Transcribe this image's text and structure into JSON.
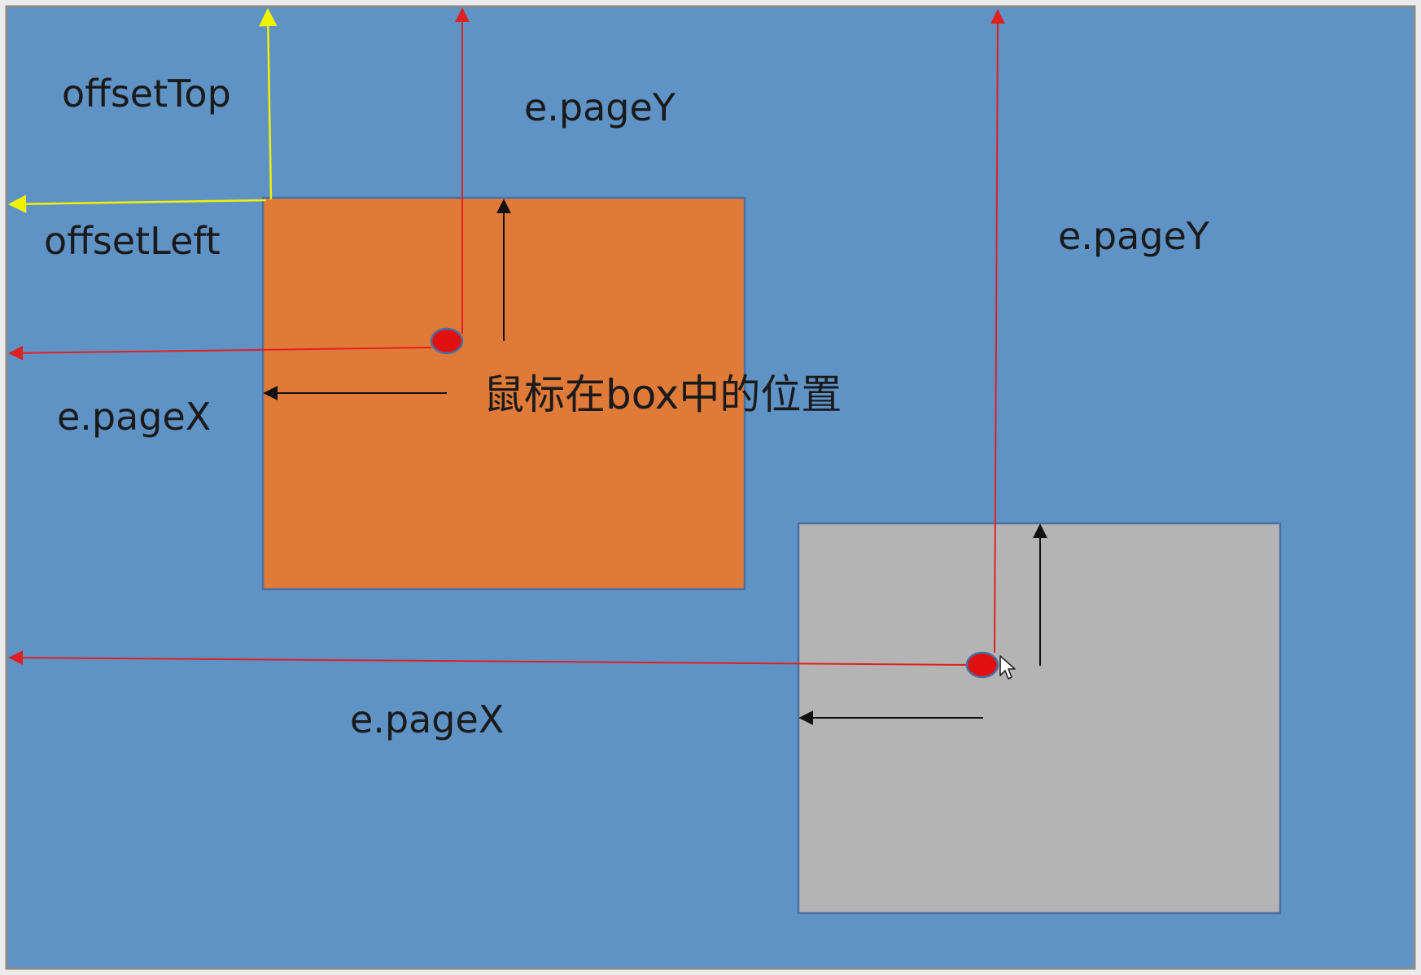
{
  "colors": {
    "page_bg": "#5f93c6",
    "page_border": "#8a8a8a",
    "box1_fill": "#df7a38",
    "box2_fill": "#b4b4b4",
    "box_border": "#4a6fa0",
    "mouse_dot": "#e01010",
    "red_line": "#e02020",
    "yellow_line": "#f2f200",
    "black_line": "#111111",
    "text": "#1a1a1a"
  },
  "labels": {
    "offset_top": "offsetTop",
    "offset_left": "offsetLeft",
    "box1_page_y": "e.pageY",
    "box1_page_x": "e.pageX",
    "box2_page_y": "e.pageY",
    "box2_page_x": "e.pageX",
    "mouse_in_box": "鼠标在box中的位置"
  },
  "icons": {
    "mouse_cursor": "arrow-cursor-icon"
  }
}
